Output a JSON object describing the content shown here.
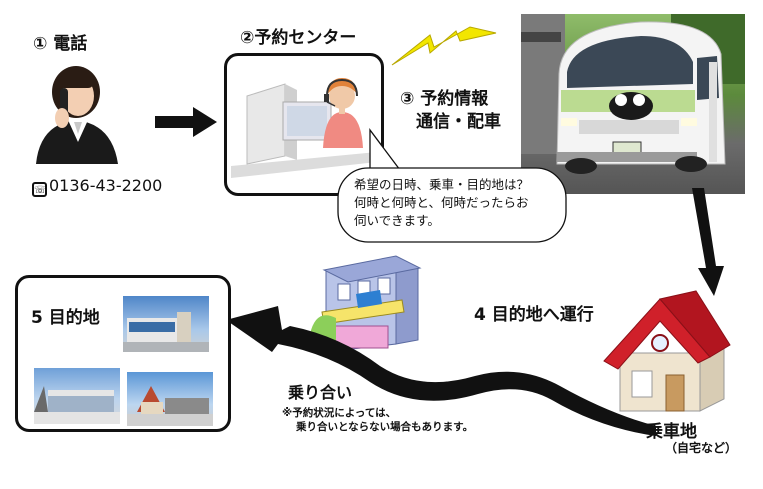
{
  "steps": {
    "phone_label": "① 電話",
    "center_label": "②予約センター",
    "info_label_line1": "③ 予約情報",
    "info_label_line2": "通信・配車",
    "route_label": "4 目的地へ運行",
    "destination_label": "5 目的地"
  },
  "phone": {
    "number": "0136-43-2200"
  },
  "speech_bubble": {
    "line1": "希望の日時、乗車・目的地は？",
    "line2": "何時と何時と、何時だったらお",
    "line3": "伺いできます。"
  },
  "shared_ride": {
    "title": "乗り合い",
    "note_line1": "※予約状況によっては、",
    "note_line2": "乗り合いとならない場合もあります。"
  },
  "pickup": {
    "label": "乗車地",
    "sub": "（自宅など）"
  },
  "colors": {
    "arrow": "#111111",
    "lightning": "#f2e600",
    "house_roof": "#d0202a",
    "van_body": "#f4f4f4"
  },
  "icons": {
    "phone_mark": "telephone-icon",
    "operator": "operator-icon",
    "lightning": "lightning-icon",
    "van": "van-photo",
    "house": "house-icon",
    "shop": "shop-building-icon"
  }
}
